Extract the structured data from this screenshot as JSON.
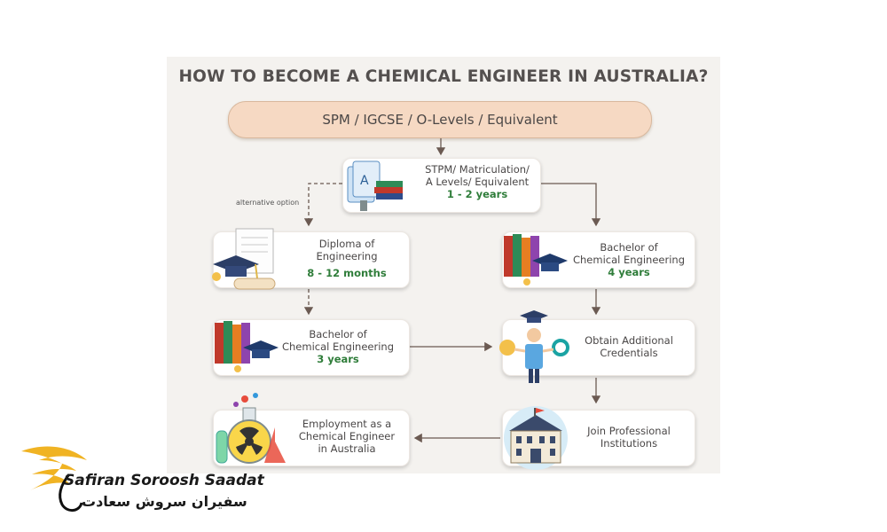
{
  "title": "HOW TO BECOME A CHEMICAL ENGINEER IN AUSTRALIA?",
  "start": "SPM / IGCSE / O-Levels / Equivalent",
  "stpm": {
    "line1": "STPM/ Matriculation/",
    "line2": "A Levels/ Equivalent",
    "duration": "1 - 2 years"
  },
  "alternative": "alternative option",
  "diploma": {
    "line1": "Diploma of",
    "line2": "Engineering",
    "duration": "8 - 12 months"
  },
  "bachelor_right": {
    "line1": "Bachelor of",
    "line2": "Chemical Engineering",
    "duration": "4 years"
  },
  "bachelor_left": {
    "line1": "Bachelor of",
    "line2": "Chemical Engineering",
    "duration": "3 years"
  },
  "credentials": {
    "line1": "Obtain Additional",
    "line2": "Credentials"
  },
  "employment": {
    "line1": "Employment as a",
    "line2": "Chemical Engineer",
    "line3": "in Australia"
  },
  "professional": {
    "line1": "Join Professional",
    "line2": "Institutions"
  },
  "brand": {
    "english": "Safiran Soroosh Saadat",
    "persian": "سفیران سروش سعادت"
  },
  "colors": {
    "background": "#f4f2ef",
    "pill": "#f6d9c3",
    "arrow": "#6b5a52",
    "duration": "#2f7d3a",
    "title": "#54504f"
  },
  "icons": [
    "books-icon",
    "graduation-cap-icon",
    "diploma-icon",
    "person-balance-icon",
    "chemistry-flask-icon",
    "institution-building-icon",
    "wing-logo-icon"
  ]
}
